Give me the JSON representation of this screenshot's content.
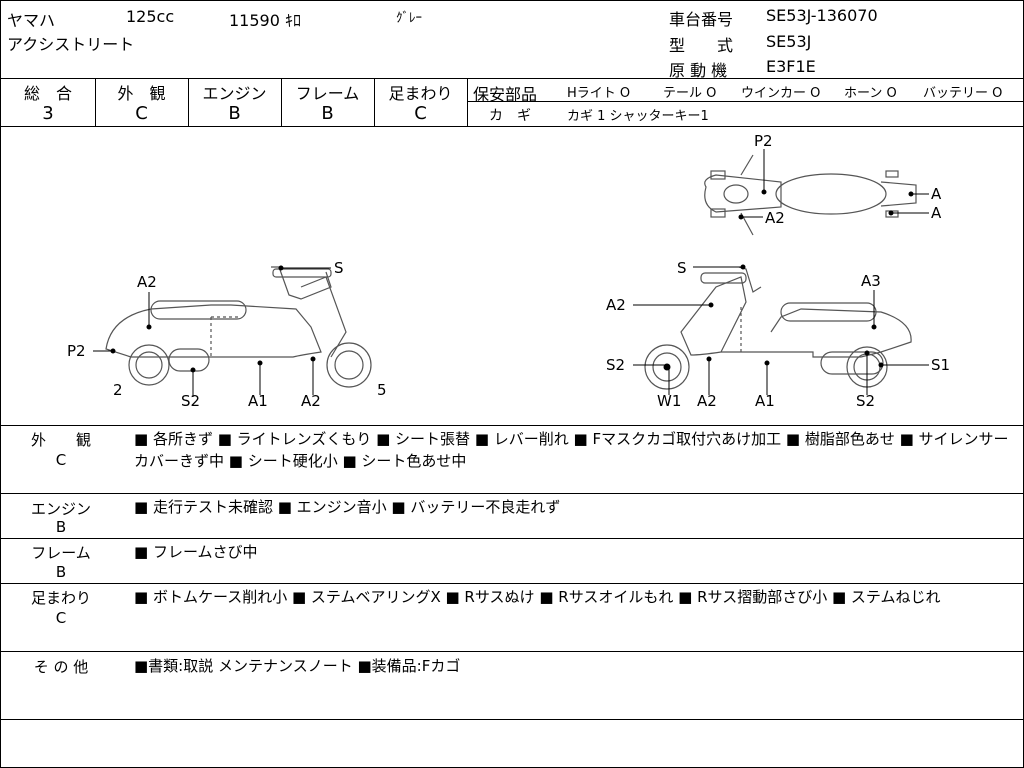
{
  "header": {
    "maker": "ヤマハ",
    "displacement": "125cc",
    "mileage": "11590 ｷﾛ",
    "color": "ｸﾞﾚｰ",
    "model_name": "アクシストリート",
    "frame_no_label": "車台番号",
    "frame_no": "SE53J-136070",
    "type_label": "型　　式",
    "type": "SE53J",
    "engine_label": "原 動 機",
    "engine": "E3F1E"
  },
  "grades": {
    "total_label": "総　合",
    "total": "3",
    "exterior_label": "外　観",
    "exterior": "C",
    "engine_label": "エンジン",
    "engine": "B",
    "frame_label": "フレーム",
    "frame": "B",
    "suspension_label": "足まわり",
    "suspension": "C"
  },
  "safety": {
    "label": "保安部品",
    "items": [
      "Hライト O",
      "テール O",
      "ウインカー O",
      "ホーン O",
      "バッテリー O"
    ],
    "key_label": "カ　ギ",
    "key_value": "カギ 1 シャッターキー1"
  },
  "diagram": {
    "left": [
      "A2",
      "P2",
      "2",
      "S2",
      "A1",
      "A2",
      "5",
      "S"
    ],
    "top": [
      "P2",
      "A",
      "A",
      "A2"
    ],
    "right": [
      "S",
      "A3",
      "A2",
      "S2",
      "W1",
      "A2",
      "A1",
      "S2",
      "S1"
    ]
  },
  "details": {
    "exterior_label": "外　　観",
    "exterior_grade": "C",
    "exterior_text": "■ 各所きず ■ ライトレンズくもり ■ シート張替 ■ レバー削れ ■ Fマスクカゴ取付穴あけ加工 ■ 樹脂部色あせ ■ サイレンサーカバーきず中 ■ シート硬化小 ■ シート色あせ中",
    "engine_label": "エンジン",
    "engine_grade": "B",
    "engine_text": "■ 走行テスト未確認 ■ エンジン音小 ■ バッテリー不良走れず",
    "frame_label": "フレーム",
    "frame_grade": "B",
    "frame_text": "■ フレームさび中",
    "suspension_label": "足まわり",
    "suspension_grade": "C",
    "suspension_text": "■ ボトムケース削れ小 ■ ステムベアリングX ■ Rサスぬけ ■ Rサスオイルもれ ■ Rサス摺動部さび小 ■ ステムねじれ",
    "other_label": "そ の 他",
    "other_text": "■書類:取説 メンテナンスノート ■装備品:Fカゴ"
  }
}
